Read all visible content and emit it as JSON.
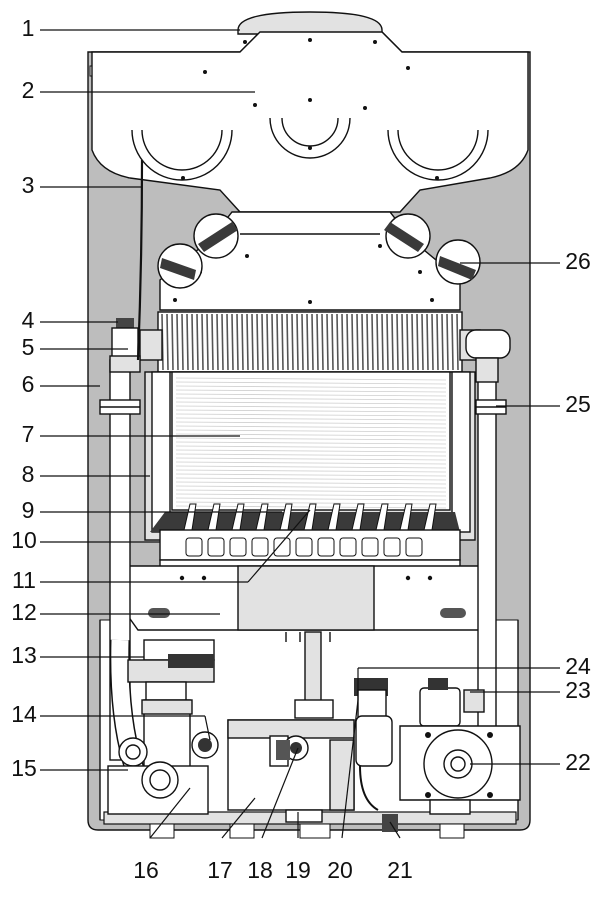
{
  "colors": {
    "shell": "#bdbdbd",
    "part": "#ffffff",
    "dark": "#3a3a3a",
    "ink": "#111111",
    "panel": "#e2e2e2"
  },
  "labels": [
    {
      "id": "1",
      "text": "1"
    },
    {
      "id": "2",
      "text": "2"
    },
    {
      "id": "3",
      "text": "3"
    },
    {
      "id": "4",
      "text": "4"
    },
    {
      "id": "5",
      "text": "5"
    },
    {
      "id": "6",
      "text": "6"
    },
    {
      "id": "7",
      "text": "7"
    },
    {
      "id": "8",
      "text": "8"
    },
    {
      "id": "9",
      "text": "9"
    },
    {
      "id": "10",
      "text": "10"
    },
    {
      "id": "11",
      "text": "11"
    },
    {
      "id": "12",
      "text": "12"
    },
    {
      "id": "13",
      "text": "13"
    },
    {
      "id": "14",
      "text": "14"
    },
    {
      "id": "15",
      "text": "15"
    },
    {
      "id": "16",
      "text": "16"
    },
    {
      "id": "17",
      "text": "17"
    },
    {
      "id": "18",
      "text": "18"
    },
    {
      "id": "19",
      "text": "19"
    },
    {
      "id": "20",
      "text": "20"
    },
    {
      "id": "21",
      "text": "21"
    },
    {
      "id": "22",
      "text": "22"
    },
    {
      "id": "23",
      "text": "23"
    },
    {
      "id": "24",
      "text": "24"
    },
    {
      "id": "25",
      "text": "25"
    },
    {
      "id": "26",
      "text": "26"
    }
  ]
}
